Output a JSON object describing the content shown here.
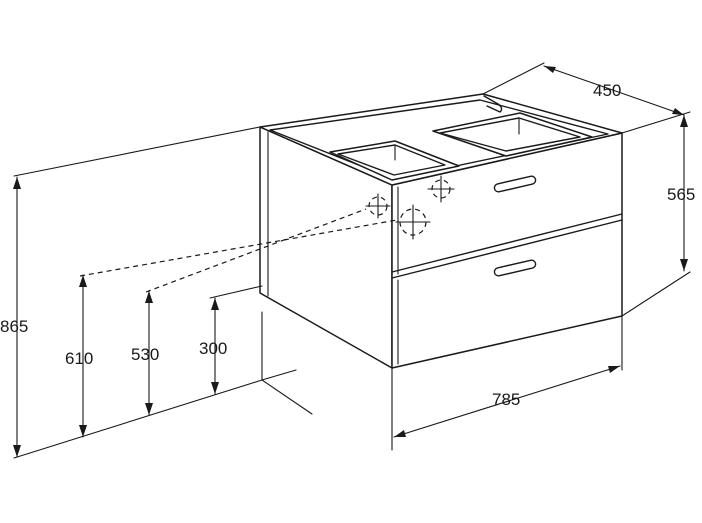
{
  "dimensions": {
    "depth": "450",
    "front_height": "565",
    "overall_height": "865",
    "drain_height_610": "610",
    "drain_height_530": "530",
    "drain_height_300": "300",
    "width": "785"
  }
}
